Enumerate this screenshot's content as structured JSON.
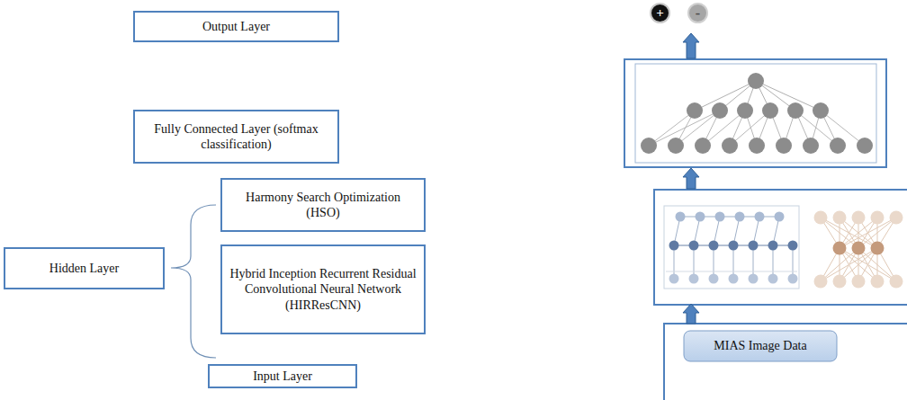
{
  "diagram": {
    "nodes": [
      {
        "text": [
          "Output Layer"
        ]
      },
      {
        "text": [
          "+"
        ]
      },
      {
        "text": [
          "-"
        ]
      },
      {
        "text": [
          "Fully Connected Layer (softmax classification)"
        ]
      },
      {
        "text": [
          "Harmony Search Optimization (HSO)"
        ]
      },
      {
        "text": [
          "Hybrid Inception Recurrent Residual Convolutional Neural Network (HIRResCNN)"
        ]
      },
      {
        "text": [
          "Hidden Layer"
        ]
      },
      {
        "text": [
          "Input Layer"
        ]
      },
      {
        "text": [
          "MIAS Image Data"
        ]
      }
    ]
  }
}
